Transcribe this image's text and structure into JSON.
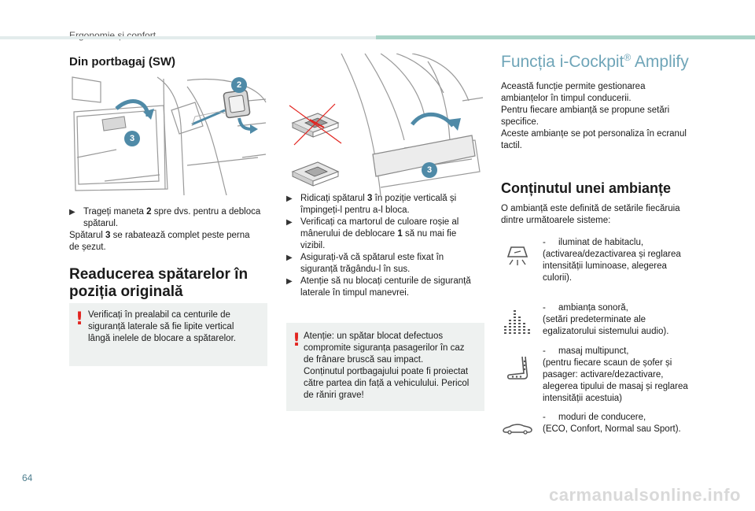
{
  "header": {
    "section_label": "Ergonomie și confort"
  },
  "page_number": "64",
  "watermark": "carmanualsonline.info",
  "left": {
    "subtitle": "Din portbagaj (SW)",
    "bullet1": "Trageți maneta 2 spre dvs. pentru a debloca spătarul.",
    "bullet1_line1": "Trageți maneta",
    "bullet1_bold": "2",
    "bullet1_line1b": "spre dvs. pentru a debloca",
    "bullet1_line2": "spătarul.",
    "para_a": "Spătarul",
    "para_bold": "3",
    "para_b": "se rabatează complet peste perna",
    "para_line2": "de șezut.",
    "heading_line1": "Readucerea spătarelor în",
    "heading_line2": "poziția originală",
    "warning_line1": "Verificați în prealabil ca centurile de",
    "warning_line2": "siguranță laterale să fie lipite vertical",
    "warning_line3": "lângă inelele de blocare a spătarelor.",
    "warning_mark": "!"
  },
  "figure_left": {
    "badge_a": "2",
    "badge_b": "3"
  },
  "figure_mid": {
    "badge": "3"
  },
  "middle": {
    "b1_a": "Ridicați spătarul",
    "b1_bold": "3",
    "b1_b": "în poziție verticală și",
    "b1_line2": "împingeți-l pentru a-l bloca.",
    "b2_line1": "Verificați ca martorul de culoare roșie al",
    "b2_line2": "mânerului de deblocare",
    "b2_bold": "1",
    "b2_line2b": "să nu mai fie",
    "b2_line3": "vizibil.",
    "b3_line1": "Asigurați-vă că spătarul este fixat în",
    "b3_line2": "siguranță trăgându-l în sus.",
    "b4_line1": "Atenție să nu blocați centurile de siguranță",
    "b4_line2": "laterale în timpul manevrei.",
    "bullet_mark": "",
    "warning_lines": [
      "Atenție: un spătar blocat defectuos",
      "compromite siguranța pasagerilor în caz",
      "de frânare bruscă sau impact.",
      "Conținutul portbagajului poate fi proiectat",
      "către partea din față a vehiculului. Pericol",
      "de răniri grave!"
    ],
    "warning_mark": "!"
  },
  "right": {
    "title": "Funcția i-Cockpit",
    "title_reg": "®",
    "title_tail": " Amplify",
    "intro_lines": [
      "Această funcție permite gestionarea",
      "ambianțelor în timpul conducerii.",
      "Pentru fiecare ambianță se propune setări",
      "specifice.",
      "Aceste ambianțe se pot personaliza în ecranul",
      "tactil."
    ],
    "heading": "Conținutul unei ambianțe",
    "def_line1": "O ambianță este definită de setările fiecăruia",
    "def_line2": "dintre următoarele sisteme:",
    "items": [
      {
        "title": "iluminat de habitaclu,",
        "desc": [
          "(activarea/dezactivarea și reglarea",
          "intensității luminoase, alegerea",
          "culorii)."
        ]
      },
      {
        "title": "ambianța sonoră,",
        "desc": [
          "(setări predeterminate ale",
          "egalizatorului sistemului audio)."
        ]
      },
      {
        "title": "masaj multipunct,",
        "desc": [
          "(pentru fiecare scaun de șofer și",
          "pasager: activare/dezactivare,",
          "alegerea tipului de masaj și reglarea",
          "intensității acestuia)"
        ]
      },
      {
        "title": "moduri de conducere,",
        "desc": [
          "(ECO, Confort, Normal sau Sport)."
        ]
      }
    ],
    "dash": "-",
    "icon_color": "#555555"
  },
  "colors": {
    "accent": "#a9d3c7",
    "title_blue": "#6fa5b8",
    "warning_red": "#e2241f",
    "badge": "#4f8aa7",
    "box_bg": "#eef1f0"
  }
}
